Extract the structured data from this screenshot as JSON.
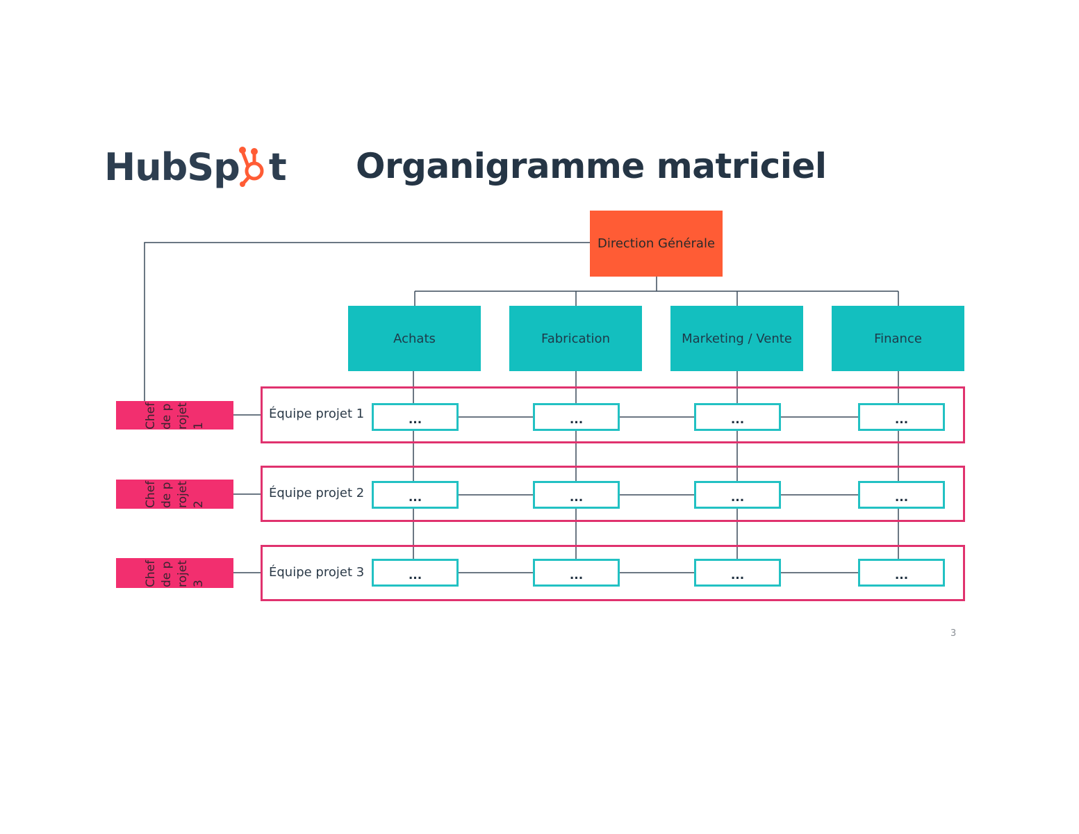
{
  "logo": {
    "text_before": "HubSp",
    "text_after": "t",
    "brand_color": "#ff5c35",
    "text_color": "#2d3e50"
  },
  "title": "Organigramme matriciel",
  "director": {
    "label": "Direction Générale",
    "color": "#ff5c35"
  },
  "departments": [
    {
      "label": "Achats"
    },
    {
      "label": "Fabrication"
    },
    {
      "label": "Marketing / Vente"
    },
    {
      "label": "Finance"
    }
  ],
  "teams": [
    {
      "chef": "Chef de projet 1",
      "label": "Équipe projet 1",
      "cells": [
        "...",
        "...",
        "...",
        "..."
      ]
    },
    {
      "chef": "Chef de projet 2",
      "label": "Équipe projet 2",
      "cells": [
        "...",
        "...",
        "...",
        "..."
      ]
    },
    {
      "chef": "Chef de projet 3",
      "label": "Équipe projet 3",
      "cells": [
        "...",
        "...",
        "...",
        "..."
      ]
    }
  ],
  "colors": {
    "department": "#13bfbf",
    "team_frame": "#e0326e",
    "chef": "#f22f6f",
    "cell_border": "#22c1c3",
    "lines": "#3a4a5a"
  },
  "page_number": "3"
}
